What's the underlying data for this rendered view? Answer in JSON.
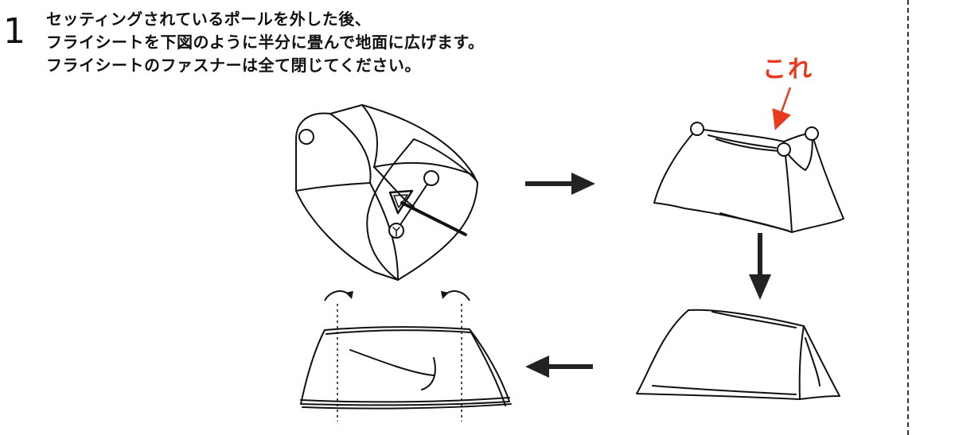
{
  "step": {
    "number": "1"
  },
  "instructions": [
    "セッティングされているポールを外した後、",
    "フライシートを下図のように半分に畳んで地面に広げます。",
    "フライシートのファスナーは全て閉じてください。"
  ],
  "callout": {
    "label": "これ",
    "color": "#e8391d"
  },
  "icons": {
    "arrow_right": "arrow-right-icon",
    "arrow_down": "arrow-down-icon",
    "arrow_left": "arrow-left-icon"
  }
}
